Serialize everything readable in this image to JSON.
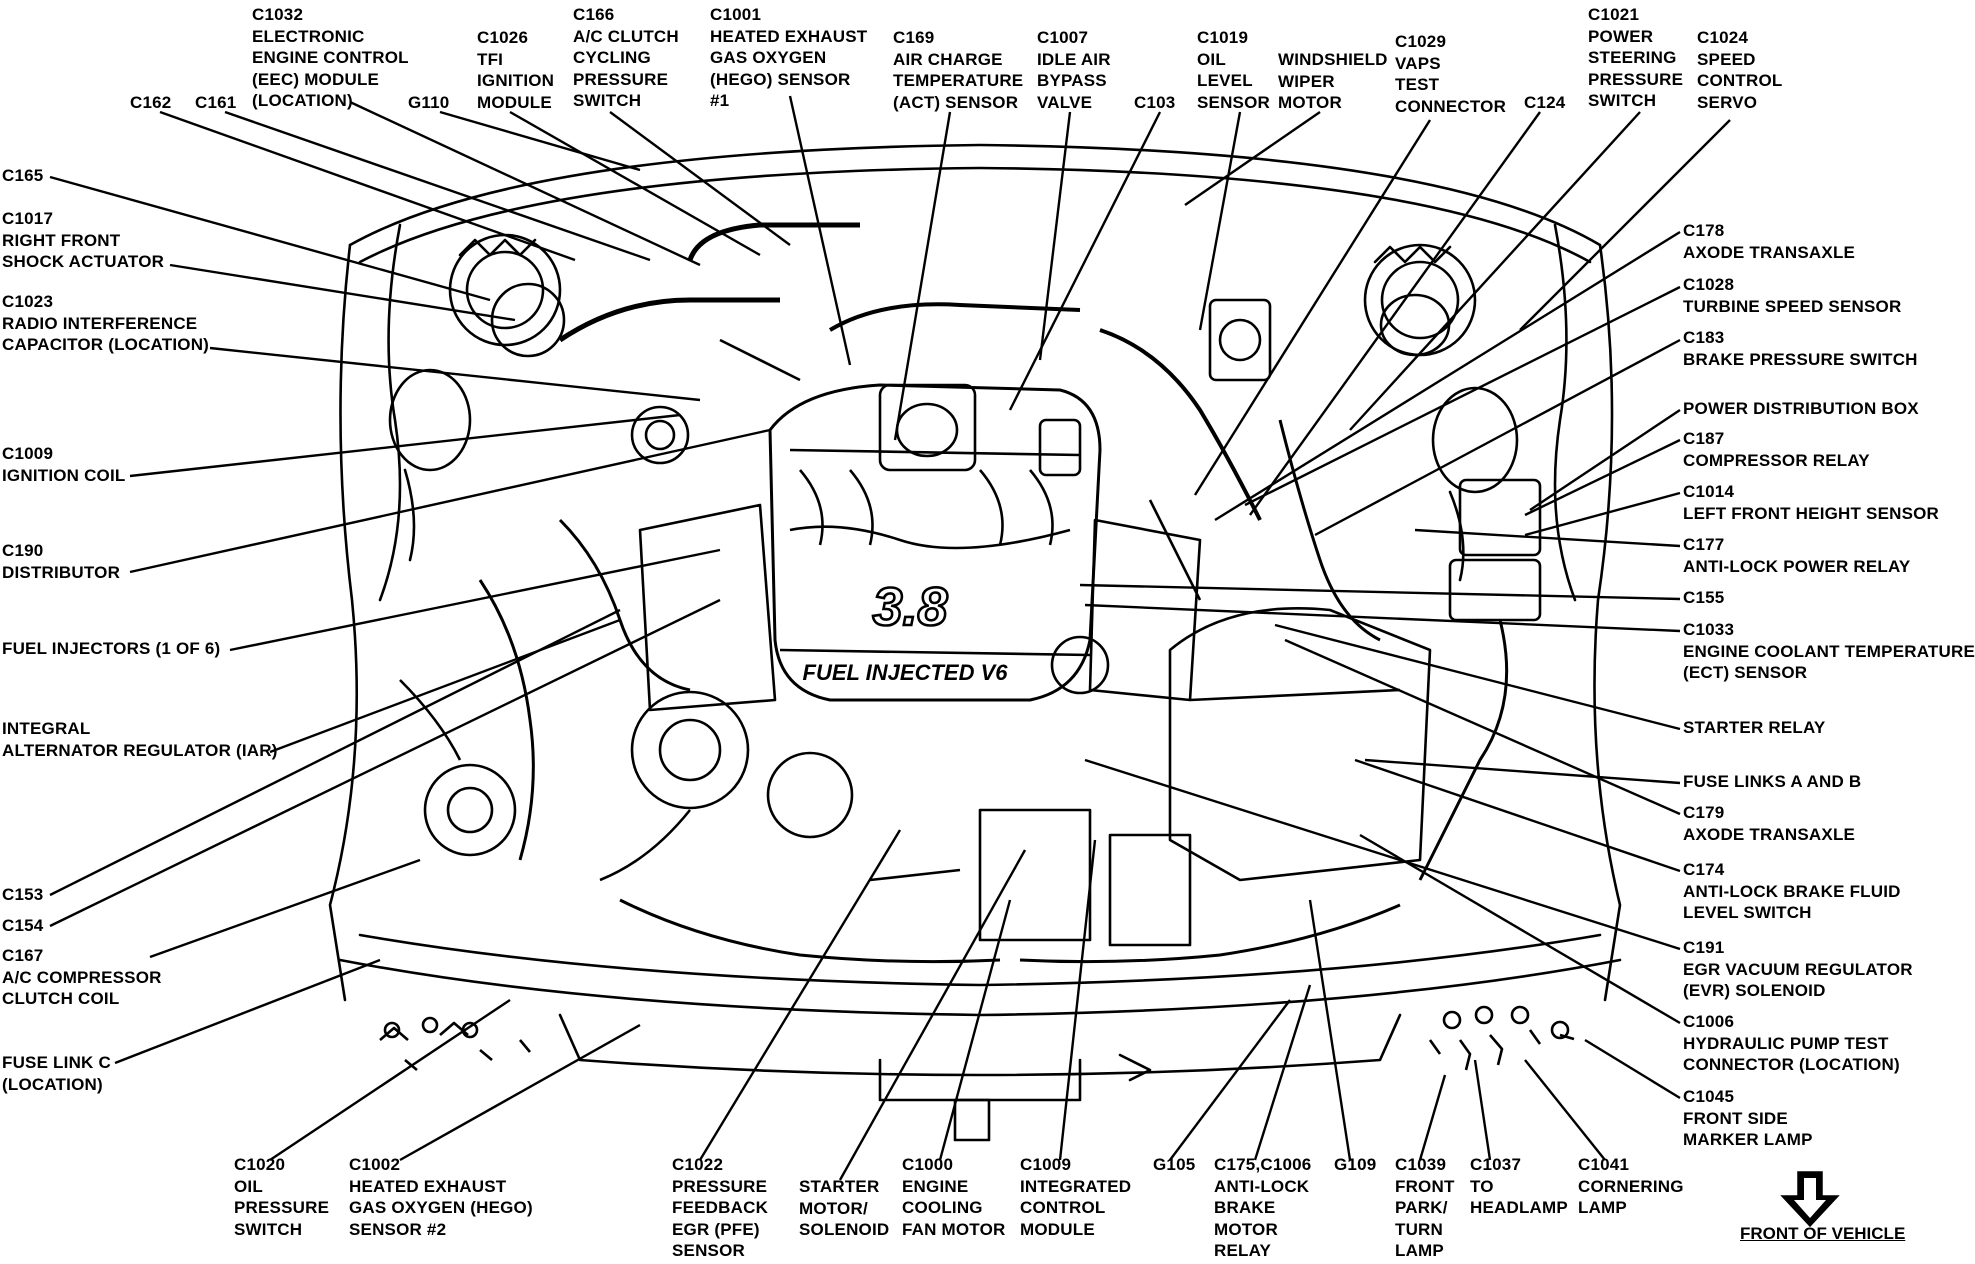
{
  "engine": {
    "displacement_badge": "3.8",
    "intake_badge": "FUEL INJECTED V6"
  },
  "front_of_vehicle": "FRONT OF VEHICLE",
  "labels": {
    "c1032": "C1032\nELECTRONIC\nENGINE CONTROL\n(EEC) MODULE\n(LOCATION)",
    "c1026": "C1026\nTFI\nIGNITION\nMODULE",
    "c166": "C166\nA/C CLUTCH\nCYCLING\nPRESSURE\nSWITCH",
    "c1001": "C1001\nHEATED EXHAUST\nGAS OXYGEN\n(HEGO) SENSOR\n#1",
    "c169": "C169\nAIR CHARGE\nTEMPERATURE\n(ACT) SENSOR",
    "c1007": "C1007\nIDLE AIR\nBYPASS\nVALVE",
    "c103": "C103",
    "c1019": "C1019\nOIL\nLEVEL\nSENSOR",
    "windshield": "WINDSHIELD\nWIPER\nMOTOR",
    "c1029": "C1029\nVAPS\nTEST\nCONNECTOR",
    "c124": "C124",
    "c1021": "C1021\nPOWER\nSTEERING\nPRESSURE\nSWITCH",
    "c1024": "C1024\nSPEED\nCONTROL\nSERVO",
    "c162": "C162",
    "c161": "C161",
    "g110": "G110",
    "c165": "C165",
    "c1017": "C1017\nRIGHT FRONT\nSHOCK ACTUATOR",
    "c1023": "C1023\nRADIO INTERFERENCE\nCAPACITOR (LOCATION)",
    "c1009_coil": "C1009\nIGNITION COIL",
    "c190": "C190\nDISTRIBUTOR",
    "fuel_injectors": "FUEL INJECTORS (1 OF 6)",
    "iar": "INTEGRAL\nALTERNATOR REGULATOR (IAR)",
    "c153": "C153",
    "c154": "C154",
    "c167": "C167\nA/C COMPRESSOR\nCLUTCH COIL",
    "fuse_c": "FUSE LINK C\n(LOCATION)",
    "c1020": "C1020\nOIL\nPRESSURE\nSWITCH",
    "c1002": "C1002\nHEATED EXHAUST\nGAS OXYGEN (HEGO)\nSENSOR #2",
    "c1022": "C1022\nPRESSURE\nFEEDBACK\nEGR (PFE)\nSENSOR",
    "starter_motor": "STARTER\nMOTOR/\nSOLENOID",
    "c1000": "C1000\nENGINE\nCOOLING\nFAN MOTOR",
    "c1009_icm": "C1009\nINTEGRATED\nCONTROL\nMODULE",
    "g105": "G105",
    "c175": "C175,C1006\nANTI-LOCK\nBRAKE\nMOTOR\nRELAY",
    "g109": "G109",
    "c1039": "C1039\nFRONT\nPARK/\nTURN\nLAMP",
    "c1037": "C1037\nTO\nHEADLAMP",
    "c1041": "C1041\nCORNERING\nLAMP",
    "c178": "C178\nAXODE TRANSAXLE",
    "c1028": "C1028\nTURBINE SPEED SENSOR",
    "c183": "C183\nBRAKE PRESSURE SWITCH",
    "pdb": "POWER DISTRIBUTION BOX",
    "c187": "C187\nCOMPRESSOR RELAY",
    "c1014": "C1014\nLEFT FRONT HEIGHT SENSOR",
    "c177": "C177\nANTI-LOCK POWER RELAY",
    "c155": "C155",
    "c1033": "C1033\nENGINE COOLANT TEMPERATURE\n(ECT) SENSOR",
    "starter_relay": "STARTER RELAY",
    "fuse_ab": "FUSE LINKS A AND B",
    "c179": "C179\nAXODE TRANSAXLE",
    "c174": "C174\nANTI-LOCK BRAKE FLUID\nLEVEL SWITCH",
    "c191": "C191\nEGR VACUUM REGULATOR\n(EVR) SOLENOID",
    "c1006": "C1006\nHYDRAULIC PUMP TEST\nCONNECTOR (LOCATION)",
    "c1045": "C1045\nFRONT SIDE\nMARKER LAMP"
  }
}
